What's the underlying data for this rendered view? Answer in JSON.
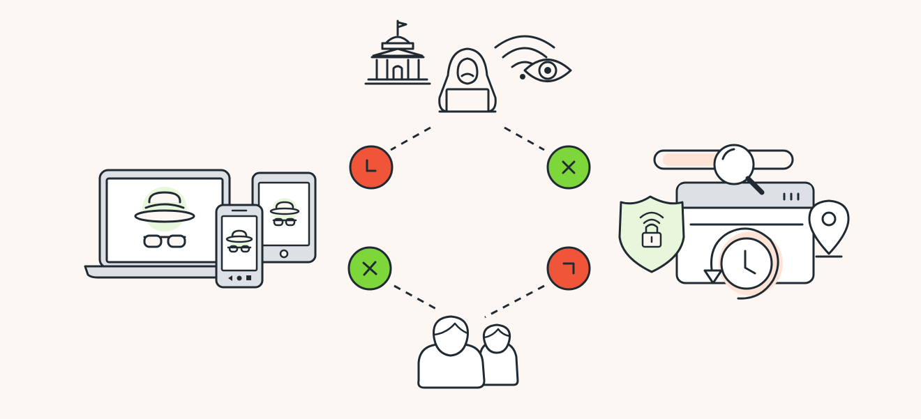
{
  "colors": {
    "background": "#fdf7f3",
    "outline": "#1f2a33",
    "danger": "#f0553a",
    "success": "#7dd63a",
    "light_green": "#e8f6dc",
    "light_peach": "#fde4d6",
    "device_frame": "#dde1e6"
  },
  "nodes": [
    {
      "id": "threat-actors",
      "icons": [
        "government-building-icon",
        "hooded-hacker-icon",
        "wifi-surveillance-icon"
      ]
    },
    {
      "id": "incognito-devices",
      "icons": [
        "laptop-incognito-icon",
        "tablet-incognito-icon",
        "phone-incognito-icon"
      ]
    },
    {
      "id": "privacy-tools",
      "icons": [
        "search-bar-icon",
        "magnifier-icon",
        "browser-window-icon",
        "vpn-shield-lock-icon",
        "location-pin-icon",
        "history-clock-icon"
      ]
    },
    {
      "id": "users",
      "icons": [
        "users-icon"
      ]
    }
  ],
  "status_markers": [
    {
      "position": "top-left",
      "status": "blocked",
      "icon": "angle-mark-icon",
      "color": "#f0553a"
    },
    {
      "position": "top-right",
      "status": "allowed",
      "icon": "plus-mark-icon",
      "color": "#7dd63a"
    },
    {
      "position": "bottom-left",
      "status": "allowed",
      "icon": "plus-mark-icon",
      "color": "#7dd63a"
    },
    {
      "position": "bottom-right",
      "status": "blocked",
      "icon": "angle-mark-icon",
      "color": "#f0553a"
    }
  ]
}
